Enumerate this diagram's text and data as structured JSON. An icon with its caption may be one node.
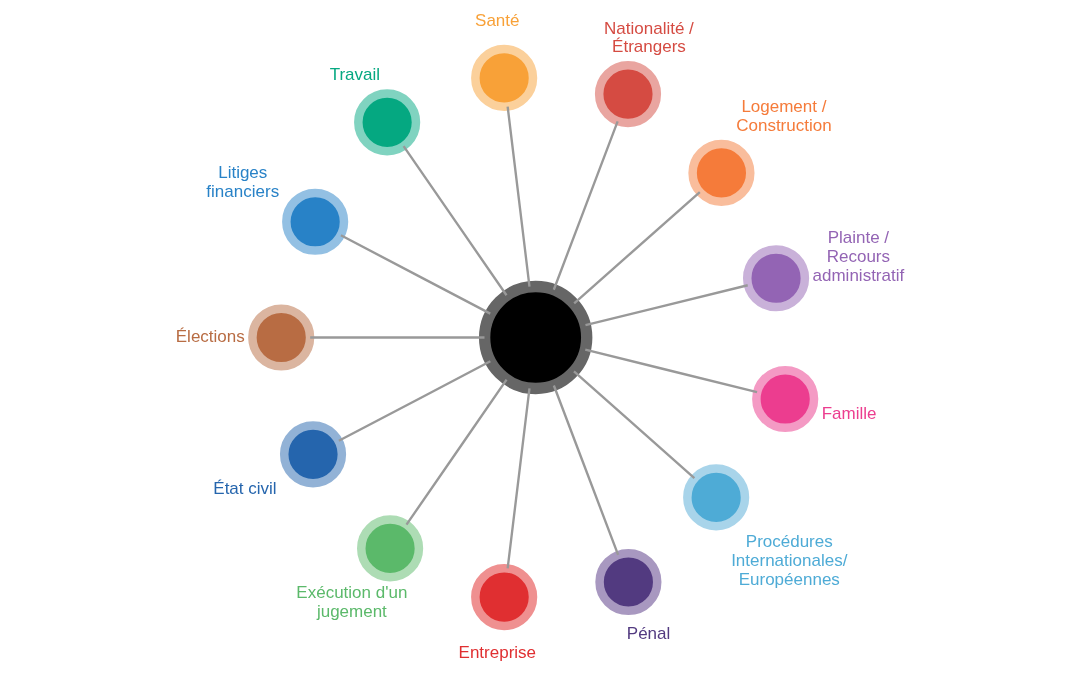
{
  "diagram": {
    "nodes": [
      {
        "text": [],
        "shape": "circle"
      },
      {
        "text": [],
        "shape": "circle",
        "beside": [
          "Famille"
        ]
      },
      {
        "text": [],
        "shape": "circle",
        "beside": [
          "Procédures Internationales/ Européennes"
        ]
      },
      {
        "text": [],
        "shape": "circle",
        "beside": [
          "Pénal"
        ]
      },
      {
        "text": [],
        "shape": "circle",
        "beside": [
          "Entreprise"
        ]
      },
      {
        "text": [],
        "shape": "circle",
        "beside": [
          "Exécution d'un jugement"
        ]
      },
      {
        "text": [],
        "shape": "circle",
        "beside": [
          "État civil"
        ]
      },
      {
        "text": [],
        "shape": "circle",
        "beside": [
          "Élections"
        ]
      },
      {
        "text": [],
        "shape": "circle",
        "beside": [
          "Litiges financiers"
        ]
      },
      {
        "text": [],
        "shape": "circle",
        "beside": [
          "Travail"
        ]
      },
      {
        "text": [],
        "shape": "circle",
        "beside": [
          "Santé"
        ]
      },
      {
        "text": [],
        "shape": "circle",
        "beside": [
          "Nationalité / Étrangers"
        ]
      },
      {
        "text": [],
        "shape": "circle",
        "beside": [
          "Logement / Construction"
        ]
      },
      {
        "text": [],
        "shape": "circle",
        "beside": [
          "Plainte / Recours administratif"
        ]
      }
    ],
    "edges": [
      {
        "from": 0,
        "to": 1,
        "arrow": "none"
      },
      {
        "from": 0,
        "to": 2,
        "arrow": "none"
      },
      {
        "from": 0,
        "to": 3,
        "arrow": "none"
      },
      {
        "from": 0,
        "to": 4,
        "arrow": "none"
      },
      {
        "from": 0,
        "to": 5,
        "arrow": "none"
      },
      {
        "from": 0,
        "to": 6,
        "arrow": "none"
      },
      {
        "from": 0,
        "to": 7,
        "arrow": "none"
      },
      {
        "from": 0,
        "to": 8,
        "arrow": "none"
      },
      {
        "from": 0,
        "to": 9,
        "arrow": "none"
      },
      {
        "from": 0,
        "to": 10,
        "arrow": "none"
      },
      {
        "from": 0,
        "to": 11,
        "arrow": "none"
      },
      {
        "from": 0,
        "to": 12,
        "arrow": "none"
      },
      {
        "from": 0,
        "to": 13,
        "arrow": "none"
      }
    ]
  }
}
